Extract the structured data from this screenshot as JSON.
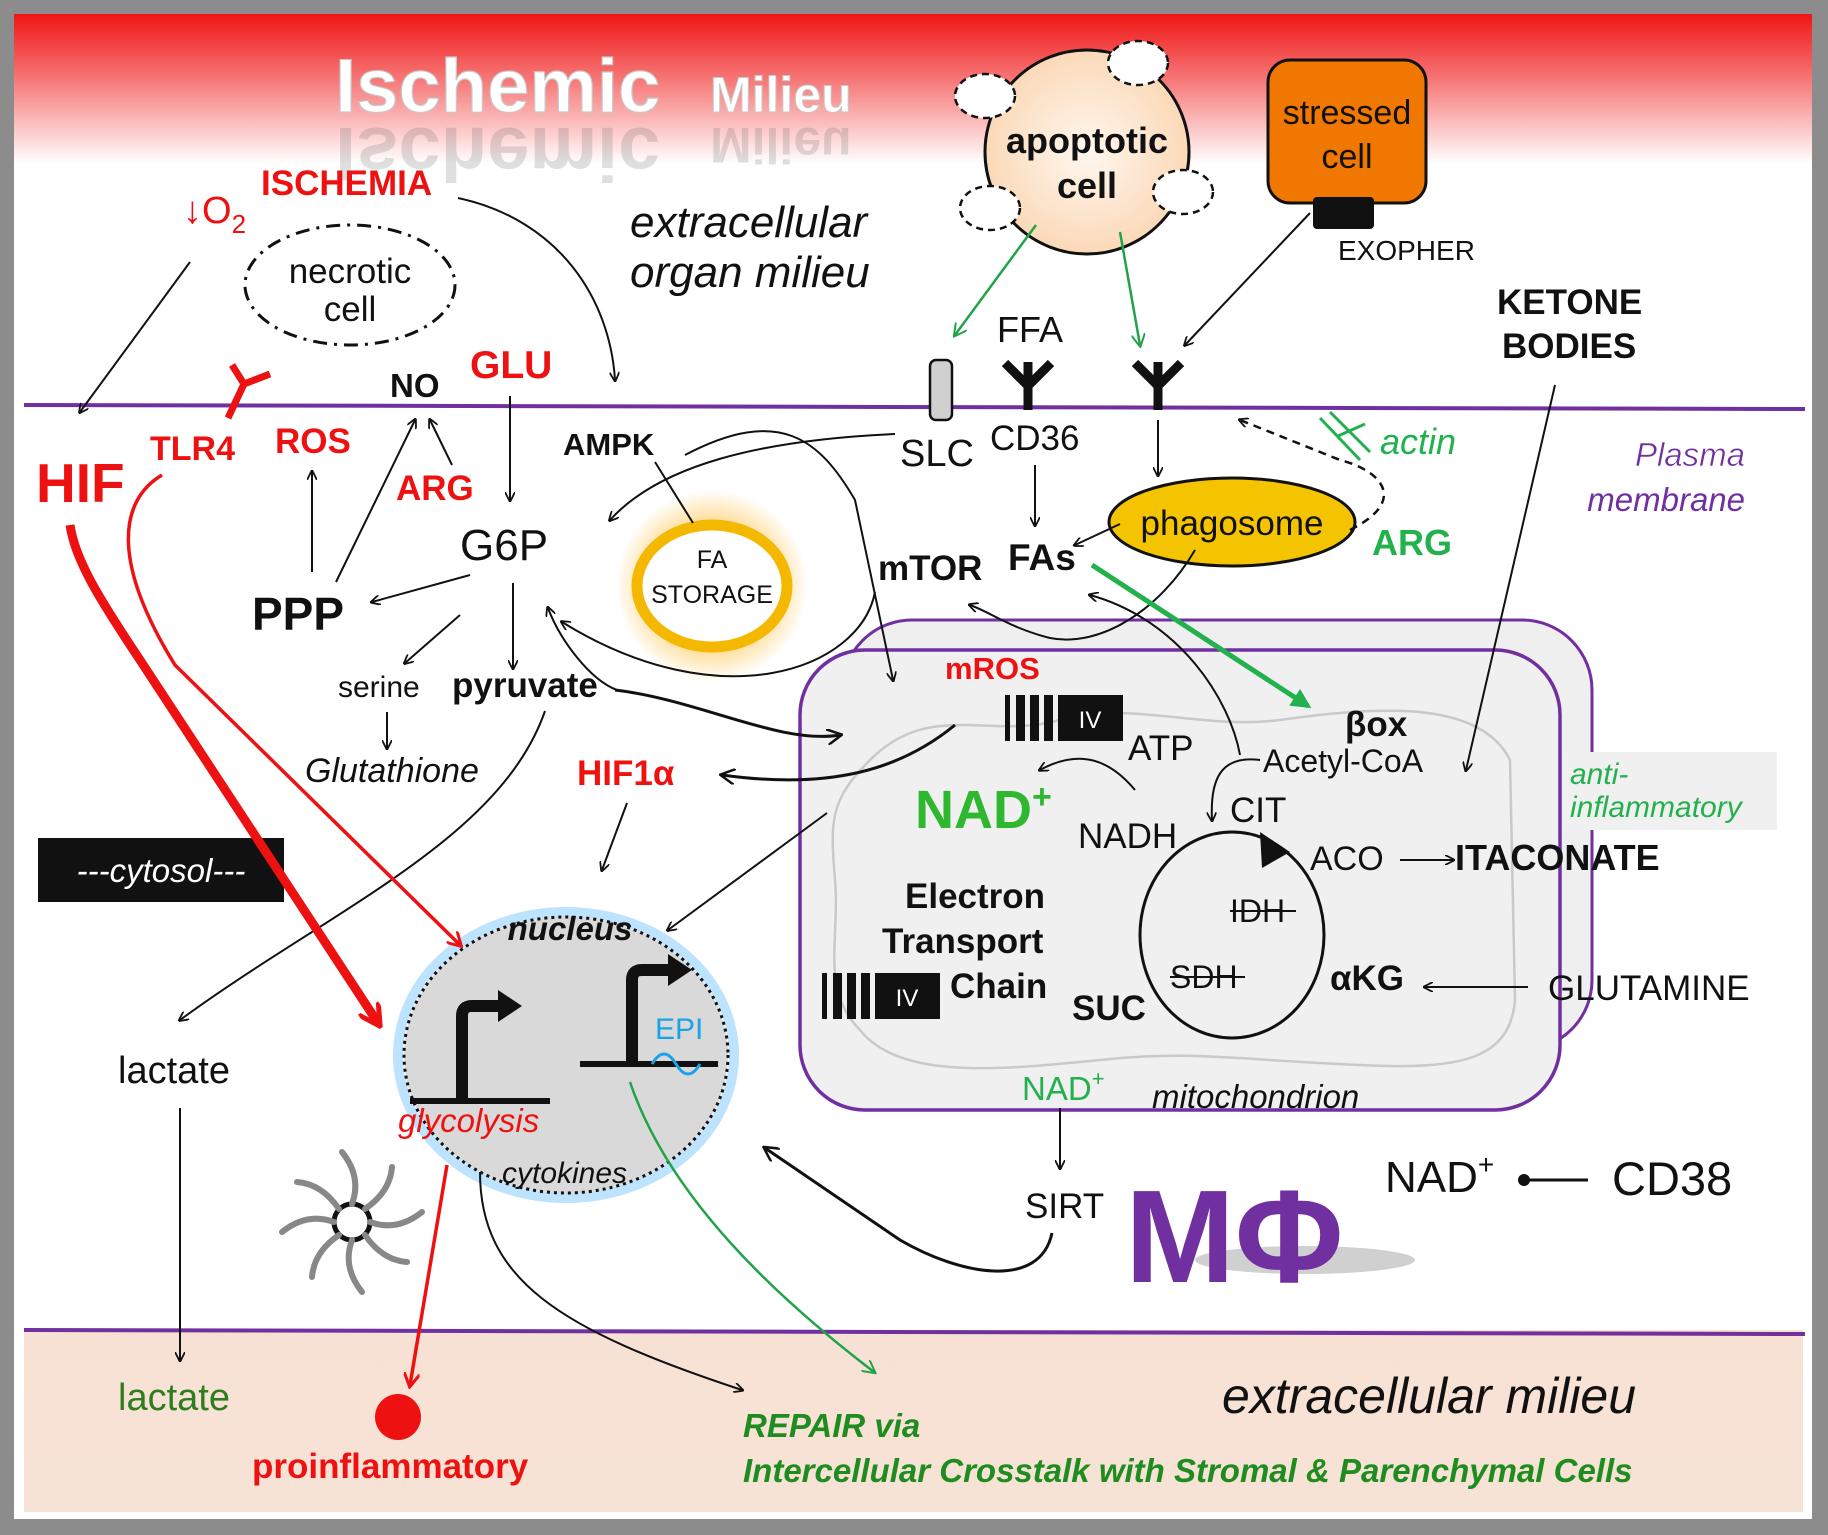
{
  "header": {
    "title_main": "Ischemic",
    "title_sub": "Milieu"
  },
  "labels": {
    "extracellular_organ_1": "extracellular",
    "extracellular_organ_2": "organ milieu",
    "apoptotic_1": "apoptotic",
    "apoptotic_2": "cell",
    "stressed_1": "stressed",
    "stressed_2": "cell",
    "exopher": "EXOPHER",
    "ischemia": "ISCHEMIA",
    "o2": "↓O",
    "o2_sub": "2",
    "necrotic_1": "necrotic",
    "necrotic_2": "cell",
    "no": "NO",
    "glu": "GLU",
    "hif": "HIF",
    "tlr4": "TLR4",
    "ros": "ROS",
    "arg_left": "ARG",
    "ampk": "AMPK",
    "g6p": "G6P",
    "ppp": "PPP",
    "serine": "serine",
    "pyruvate": "pyruvate",
    "glutathione": "Glutathione",
    "fa_1": "FA",
    "fa_2": "STORAGE",
    "ffa": "FFA",
    "slc": "SLC",
    "cd36": "CD36",
    "ketone_1": "KETONE",
    "ketone_2": "BODIES",
    "actin": "actin",
    "plasma_1": "Plasma",
    "plasma_2": "membrane",
    "phagosome": "phagosome",
    "arg_right": "ARG",
    "mtor": "mTOR",
    "fas": "FAs",
    "mros": "mROS",
    "complex_iv": "IV",
    "atp": "ATP",
    "beta_ox": "βox",
    "acetyl_coa": "Acetyl-CoA",
    "anti_1": "anti-",
    "anti_2": "inflammatory",
    "hif1a": "HIF1α",
    "nad_big": "NAD",
    "nad_sup": "+",
    "nadh": "NADH",
    "cit": "CIT",
    "aco": "ACO",
    "itaconate": "ITACONATE",
    "idh": "IDH",
    "sdh": "SDH",
    "akg": "αKG",
    "suc": "SUC",
    "etc_1": "Electron",
    "etc_2": "Transport",
    "etc_3": "Chain",
    "glutamine": "GLUTAMINE",
    "cytosol": "---cytosol---",
    "nucleus": "nucleus",
    "epi": "EPI",
    "glycolysis": "glycolysis",
    "cytokines": "cytokines",
    "lactate_in": "lactate",
    "lactate_out": "lactate",
    "nad_mito": "NAD",
    "mitochondrion": "mitochondrion",
    "sirt": "SIRT",
    "mphi": "MΦ",
    "nad_cd38": "NAD",
    "cd38": "CD38",
    "proinflammatory": "proinflammatory",
    "extracellular_milieu": "extracellular milieu",
    "repair_1": "REPAIR via",
    "repair_2": "Intercellular Crosstalk with Stromal & Parenchymal Cells"
  },
  "colors": {
    "red": "#ee1111",
    "green_bold": "#2fb82f",
    "green_dark": "#1f8c1f",
    "purple": "#7030a0",
    "orange": "#f07800",
    "blue": "#1aa3e8"
  }
}
